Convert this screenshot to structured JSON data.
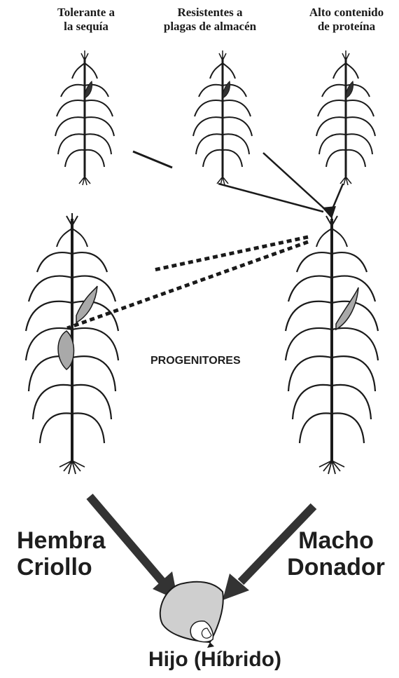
{
  "donor_traits": [
    {
      "line1": "Tolerante a",
      "line2": "la sequía"
    },
    {
      "line1": "Resistentes a",
      "line2": "plagas de almacén"
    },
    {
      "line1": "Alto contenido",
      "line2": "de proteína"
    }
  ],
  "center_label": "PROGENITORES",
  "female": {
    "line1": "Hembra",
    "line2": "Criollo"
  },
  "male": {
    "line1": "Macho",
    "line2": "Donador"
  },
  "offspring": "Hijo (Híbrido)",
  "colors": {
    "ink": "#1a1a1a",
    "leaf_fill": "#a9a9a9",
    "seed_fill": "#cfcfcf"
  }
}
